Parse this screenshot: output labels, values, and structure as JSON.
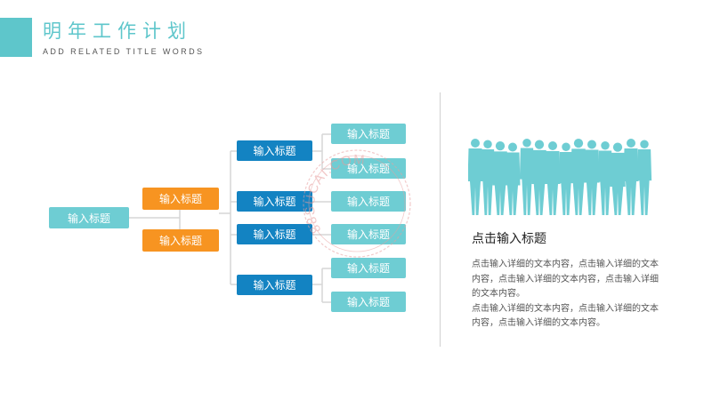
{
  "header": {
    "title": "明年工作计划",
    "subtitle": "ADD RELATED TITLE WORDS"
  },
  "diagram": {
    "root": "输入标题",
    "level1": [
      "输入标题",
      "输入标题"
    ],
    "level2": [
      "输入标题",
      "输入标题",
      "输入标题",
      "输入标题"
    ],
    "level3": [
      "输入标题",
      "输入标题",
      "输入标题",
      "输入标题",
      "输入标题",
      "输入标题"
    ]
  },
  "side": {
    "heading": "点击输入标题",
    "body": "点击输入详细的文本内容，点击输入详细的文本内容，点击输入详细的文本内容，点击输入详细的文本内容。\n点击输入详细的文本内容，点击输入详细的文本内容，点击输入详细的文本内容。"
  },
  "watermark": {
    "text": "88SUCAI.COM"
  },
  "colors": {
    "accent": "#5ec6cb",
    "orange": "#f79421",
    "blue": "#1383c2",
    "teal": "#6ecdd3",
    "silhouette": "#6ecdd3"
  }
}
